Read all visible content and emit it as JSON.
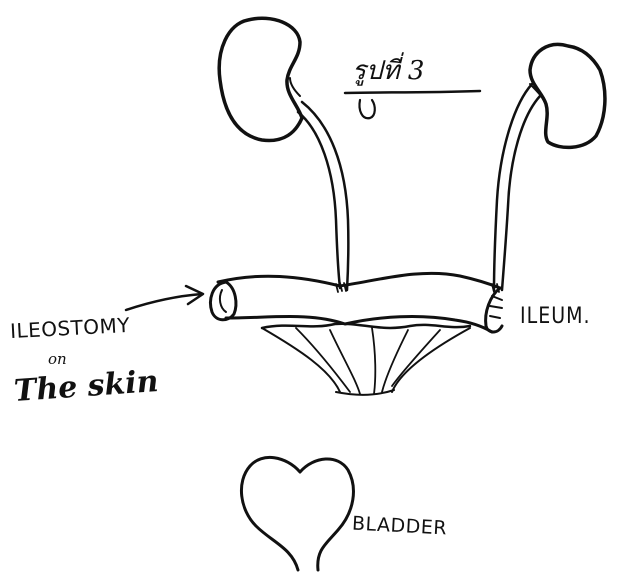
{
  "figure": {
    "label": "รูปที่ 3"
  },
  "labels": {
    "ileum": "ILEUM.",
    "ileostomy": "ILEOSTOMY",
    "on": "on",
    "skin": "The skin",
    "bladder": "BLADDER"
  }
}
